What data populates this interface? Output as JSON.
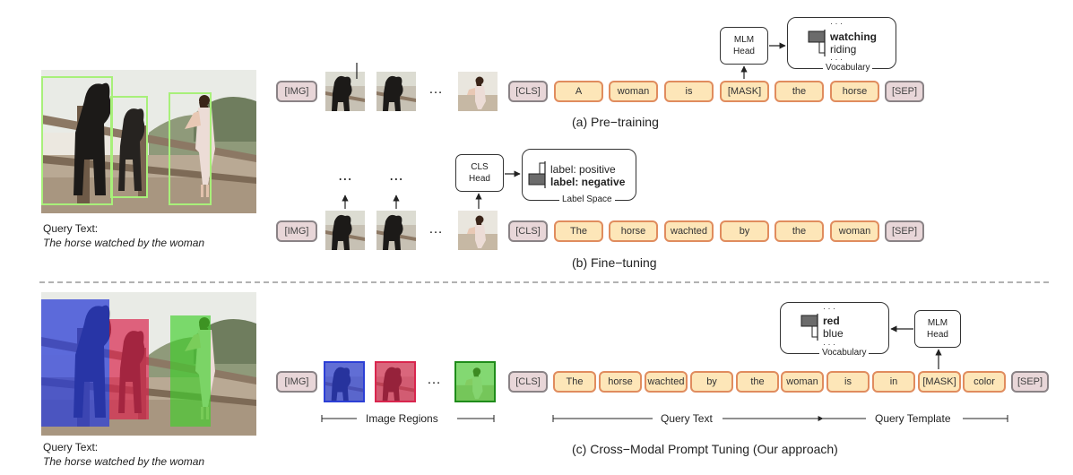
{
  "special_tokens": {
    "img": "[IMG]",
    "cls": "[CLS]",
    "sep": "[SEP]"
  },
  "ellipsis": "…",
  "ellipsis_v": "⋯",
  "vdots": "· · ·",
  "pretrain": {
    "tokens": [
      "A",
      "woman",
      "is",
      "[MASK]",
      "the",
      "horse"
    ],
    "head": [
      "MLM",
      "Head"
    ],
    "vocab": {
      "top": "watching",
      "second": "riding",
      "label": "Vocabulary"
    },
    "caption": "(a) Pre−training"
  },
  "finetune": {
    "tokens": [
      "The",
      "horse",
      "wachted",
      "by",
      "the",
      "woman"
    ],
    "head": [
      "CLS",
      "Head"
    ],
    "labels": {
      "first": "label: positive",
      "second": "label: negative",
      "label": "Label Space"
    },
    "caption": "(b) Fine−tuning"
  },
  "cpt": {
    "tokens": [
      "The",
      "horse",
      "wachted",
      "by",
      "the",
      "woman",
      "is",
      "in",
      "[MASK]",
      "color"
    ],
    "head": [
      "MLM",
      "Head"
    ],
    "vocab": {
      "top": "red",
      "second": "blue",
      "label": "Vocabulary"
    },
    "brackets": {
      "regions": "Image Regions",
      "query": "Query Text",
      "template": "Query Template"
    },
    "caption": "(c) Cross−Modal Prompt Tuning (Our approach)"
  },
  "query": {
    "label": "Query Text:",
    "text": "The horse watched by the woman"
  },
  "colors": {
    "word_fill": "#fde6b8",
    "word_border": "#e08c5e",
    "special_fill": "#e8d6d8",
    "region_blue": "#2c3fd6",
    "region_red": "#d9264e",
    "region_green": "#3fcf2a",
    "box_green": "#a8f07a"
  }
}
